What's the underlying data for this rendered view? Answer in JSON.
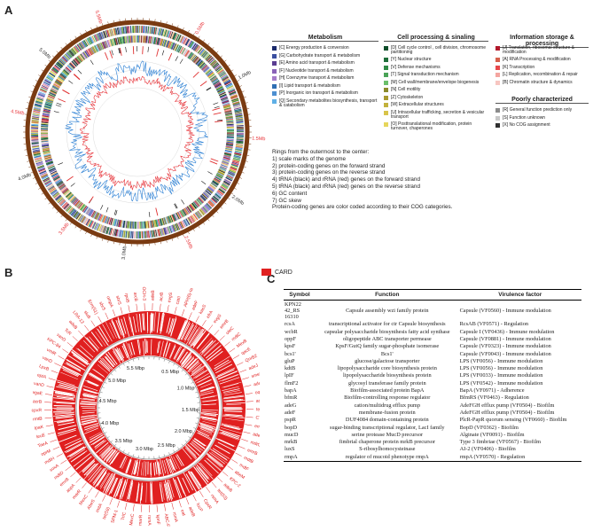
{
  "panel_a": {
    "label": "A",
    "scale_labels": [
      "0.5Mb",
      "1.0Mb",
      "1.5Mb",
      "2.0Mb",
      "2.5Mb",
      "3.0Mb",
      "3.5Mb",
      "4.0Mb",
      "4.5Mb",
      "5.0Mb",
      "5.5Mb"
    ],
    "legend": {
      "metabolism": {
        "title": "Metabolism",
        "items": [
          {
            "label": "[C] Energy production & conversion",
            "color": "#1b2a6b"
          },
          {
            "label": "[G] Carbohydrate transport & metabolism",
            "color": "#3b4fa0"
          },
          {
            "label": "[E] Amino acid transport & metabolism",
            "color": "#5a3d91"
          },
          {
            "label": "[F] Nucleotide transport & metabolism",
            "color": "#8a63b8"
          },
          {
            "label": "[H] Coenzyme transport & metabolism",
            "color": "#a67cc9"
          },
          {
            "label": "[I] Lipid transport & metabolism",
            "color": "#2f6fb3"
          },
          {
            "label": "[P] Inorganic ion transport & metabolism",
            "color": "#4d8fd1"
          },
          {
            "label": "[Q] Secondary metabolites biosynthesis, transport & catabolism",
            "color": "#5fb0e6"
          }
        ]
      },
      "cellular": {
        "title": "Cell processing & sinaling",
        "items": [
          {
            "label": "[D] Cell cycle control , cell division, chromosome partitioning",
            "color": "#0e4d2a"
          },
          {
            "label": "[Y] Nuclear structure",
            "color": "#1f6e3a"
          },
          {
            "label": "[V] Defense mechanisms",
            "color": "#2f8a45"
          },
          {
            "label": "[T] Signal transduction mechanism",
            "color": "#4aa357"
          },
          {
            "label": "[M] Cell wall/membrane/envelope biogenesis",
            "color": "#6bbf6a"
          },
          {
            "label": "[N] Cell motility",
            "color": "#8a8a2a"
          },
          {
            "label": "[Z] Cytoskeleton",
            "color": "#a89a2e"
          },
          {
            "label": "[W] Extracellular structures",
            "color": "#c2b13c"
          },
          {
            "label": "[U] Intracellular trafficking, secretion & vesicular transport",
            "color": "#d8c44a"
          },
          {
            "label": "[O] Posttranslational modification, protein turnover, chaperones",
            "color": "#e6d65c"
          }
        ]
      },
      "information": {
        "title": "Information storage & processing",
        "items": [
          {
            "label": "[J] Translation, ribosomal structure & modification",
            "color": "#b2182b"
          },
          {
            "label": "[A] RNA Processing & modification",
            "color": "#d6604d"
          },
          {
            "label": "[K] Transcription",
            "color": "#e8474a"
          },
          {
            "label": "[L] Replication, recombination & repair",
            "color": "#f4a5a0"
          },
          {
            "label": "[B] Chromatin structure & dynamics",
            "color": "#f7c6c1"
          }
        ]
      },
      "poor": {
        "title": "Poorly characterized",
        "items": [
          {
            "label": "[R] General function prediction only",
            "color": "#8c8c8c"
          },
          {
            "label": "[S] Function unknown",
            "color": "#c8c8c8"
          },
          {
            "label": "[X] No COG assignment",
            "color": "#303030"
          }
        ]
      }
    },
    "rings_notes": [
      "Rings from the outermost to the center:",
      "1) scale marks of the genome",
      "2) protein-coding genes on the forward strand",
      "3) protein-coding genes on the reverse strand",
      "4) tRNA (black) and rRNA (red) genes on the forward strand",
      "5) tRNA (black) and rRNA (red) genes on the reverse strand",
      "6) GC content",
      "7) GC skew",
      "Protein-coding genes are color coded according to their COG categories."
    ]
  },
  "panel_b": {
    "label": "B",
    "card_legend": "CARD",
    "ring_scale": [
      "0.5 Mbp",
      "1.0 Mbp",
      "1.5 Mbp",
      "2.0 Mbp",
      "2.5 Mbp",
      "3.0 Mbp",
      "3.5 Mbp",
      "4.0 Mbp",
      "4.5 Mbp",
      "5.0 Mbp",
      "5.5 Mbp"
    ],
    "genes": [
      "adeB",
      "acrB",
      "evgS",
      "catII",
      "APH(6)-Ia",
      "adeF",
      "kasS",
      "efrA",
      "evgS",
      "emrB",
      "oleC",
      "mdtC",
      "MexB",
      "qacE",
      "QnrB2",
      "adeJ",
      "smeD",
      "adeK27",
      "oqxA",
      "acrB",
      "tet(41)",
      "CTX-M-217",
      "emrD",
      "adeH",
      "mdtC",
      "emrB",
      "mdtB",
      "mdtF",
      "abeM",
      "KPC-2",
      "adeB",
      "tet(53)",
      "rsmA",
      "CpxR",
      "fucP",
      "adeB",
      "eat",
      "rsmA",
      "ABC-F",
      "kpnF",
      "rsmA",
      "marR",
      "MexC",
      "TriC",
      "SPM-1",
      "tet(59)",
      "rmtA",
      "AbeS",
      "MexC",
      "marR",
      "aspA",
      "emrB",
      "mdtD",
      "soxA",
      "mdtH",
      "oprM",
      "TaeA",
      "leuE",
      "IpaK",
      "rmtB",
      "cpxR",
      "acrB",
      "vgaE",
      "vanD",
      "eptA",
      "LpxB",
      "vanD",
      "vmlR",
      "KPC-84",
      "vanD",
      "TcR",
      "adeB",
      "LRA-13",
      "sluB",
      "Erm(51)",
      "sbrS",
      "ompA",
      "sbrS",
      "rpoB",
      "arcB",
      "OCH-3"
    ]
  },
  "panel_c": {
    "label": "C",
    "headers": [
      "Symbol",
      "Function",
      "Virulence factor"
    ],
    "rows": [
      [
        "KPN22 42_RS 16310",
        "Capsule assembly wzi family protein",
        "Capsule (VF0560) - Immune modulation"
      ],
      [
        "rcsA",
        "transcriptional activator for ctr Capsule biosynthesis",
        "RcsAB (VF0571) - Regulation"
      ],
      [
        "wcbR",
        "capsular polysaccharide biosynthesis fatty acid synthase",
        "Capsule I (VF0436) - Immune modulation"
      ],
      [
        "oppF",
        "oligopeptide ABC transporter permease",
        "Capsule (VF0881) - Immune modulation"
      ],
      [
        "kpsF",
        "KpsF/GutQ family sugar-phosphate isomerase",
        "Capsule (VF0323) - Immune modulation"
      ],
      [
        "bcs1'",
        "Bcs1'",
        "Capsule (VF0043) - Immune modulation"
      ],
      [
        "gluP",
        "glucose/galactose transporter",
        "LPS (VF0056) - Immune modulation"
      ],
      [
        "kdtB",
        "lipopolysaccharide core biosynthesis protein",
        "LPS (VF0056) - Immune modulation"
      ],
      [
        "lpIF",
        "lipopolysaccharide biosynthesis protein",
        "LPS (VF0033) - Immune modulation"
      ],
      [
        "flmF2",
        "glycosyl transferase family protein",
        "LPS (VF0542) - Immune modulation"
      ],
      [
        "bapA",
        "Biofilm-associated protein BapA",
        "BapA (VF0971) - Adherence"
      ],
      [
        "bfmR",
        "Biofilm-controlling response regulator",
        "BfmRS (VF0463) - Regulation"
      ],
      [
        "adeG",
        "cation/multidrug efflux pump",
        "AdeFGH efflux pump (VF0504) - Biofilm"
      ],
      [
        "adeF",
        "membrane-fusion protein",
        "AdeFGH efflux pump (VF0504) - Biofilm"
      ],
      [
        "pspR",
        "DUF4084 domain-containing protein",
        "PlcR-PapR quorum sensing (VF0660) - Biofilm"
      ],
      [
        "bopD",
        "sugar-binding transcriptional regulator, LacI family",
        "BopD (VF0362) - Biofilm"
      ],
      [
        "mucD",
        "serine protease MucD precursor",
        "Alginate (VF0091) - Biofilm"
      ],
      [
        "mrkB",
        "fimbrial chaperone protein mrkB precursor",
        "Type 3 fimbriae (VF0567) - Biofilm"
      ],
      [
        "luxS",
        "S-ribosylhomocysteinase",
        "AI-2 (VF0406) - Biofilm"
      ],
      [
        "rmpA",
        "regulator of mucoid phenotype rmpA",
        "rmpA (VF0570) - Regulation"
      ]
    ]
  }
}
